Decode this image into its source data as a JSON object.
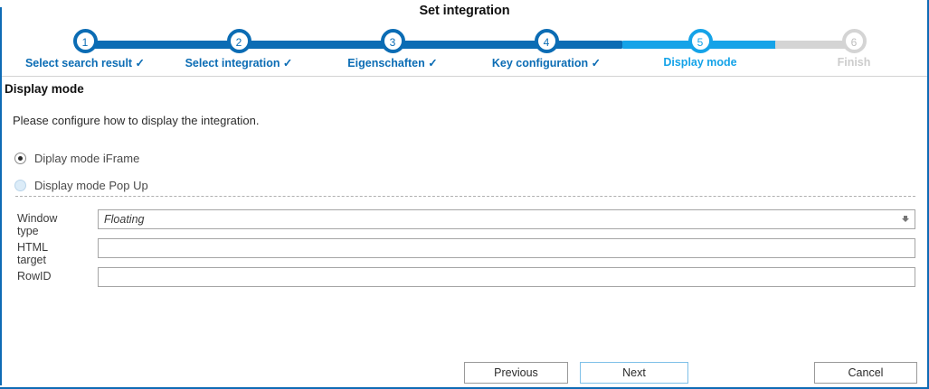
{
  "window": {
    "title": "Set integration",
    "accent_color": "#0b6cb4",
    "active_color": "#15a3e8",
    "inactive_color": "#d4d4d4"
  },
  "wizard": {
    "steps": [
      {
        "number": "1",
        "label": "Select search result ✓",
        "state": "done"
      },
      {
        "number": "2",
        "label": "Select integration ✓",
        "state": "done"
      },
      {
        "number": "3",
        "label": "Eigenschaften ✓",
        "state": "done"
      },
      {
        "number": "4",
        "label": "Key configuration ✓",
        "state": "done"
      },
      {
        "number": "5",
        "label": "Display mode",
        "state": "active"
      },
      {
        "number": "6",
        "label": "Finish",
        "state": "todo"
      }
    ]
  },
  "main": {
    "section_title": "Display mode",
    "instruction": "Please configure how to display the integration.",
    "radios": [
      {
        "label": "Diplay mode iFrame",
        "selected": true
      },
      {
        "label": "Display mode Pop Up",
        "selected": false
      }
    ],
    "fields": [
      {
        "label": "Window type",
        "value": "Floating",
        "placeholder": "",
        "type": "select"
      },
      {
        "label": "HTML target",
        "value": "",
        "placeholder": "",
        "type": "text"
      },
      {
        "label": "RowID",
        "value": "",
        "placeholder": "",
        "type": "text"
      }
    ]
  },
  "footer": {
    "previous_label": "Previous",
    "next_label": "Next",
    "cancel_label": "Cancel"
  }
}
